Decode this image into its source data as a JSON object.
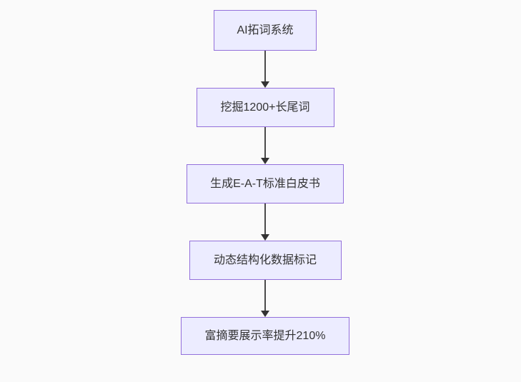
{
  "flow": {
    "type": "flowchart",
    "direction": "top-down",
    "background_color": "#fafafa",
    "node_style": {
      "fill": "#ECECFF",
      "border_color": "#9370DB",
      "text_color": "#333333"
    },
    "arrow_color": "#333333",
    "nodes": [
      {
        "id": "n1",
        "label": "AI拓词系统"
      },
      {
        "id": "n2",
        "label": "挖掘1200+长尾词"
      },
      {
        "id": "n3",
        "label": "生成E-A-T标准白皮书"
      },
      {
        "id": "n4",
        "label": "动态结构化数据标记"
      },
      {
        "id": "n5",
        "label": "富摘要展示率提升210%"
      }
    ],
    "edges": [
      {
        "from": "n1",
        "to": "n2",
        "style": "arrow"
      },
      {
        "from": "n2",
        "to": "n3",
        "style": "arrow"
      },
      {
        "from": "n3",
        "to": "n4",
        "style": "arrow"
      },
      {
        "from": "n4",
        "to": "n5",
        "style": "arrow"
      }
    ]
  }
}
